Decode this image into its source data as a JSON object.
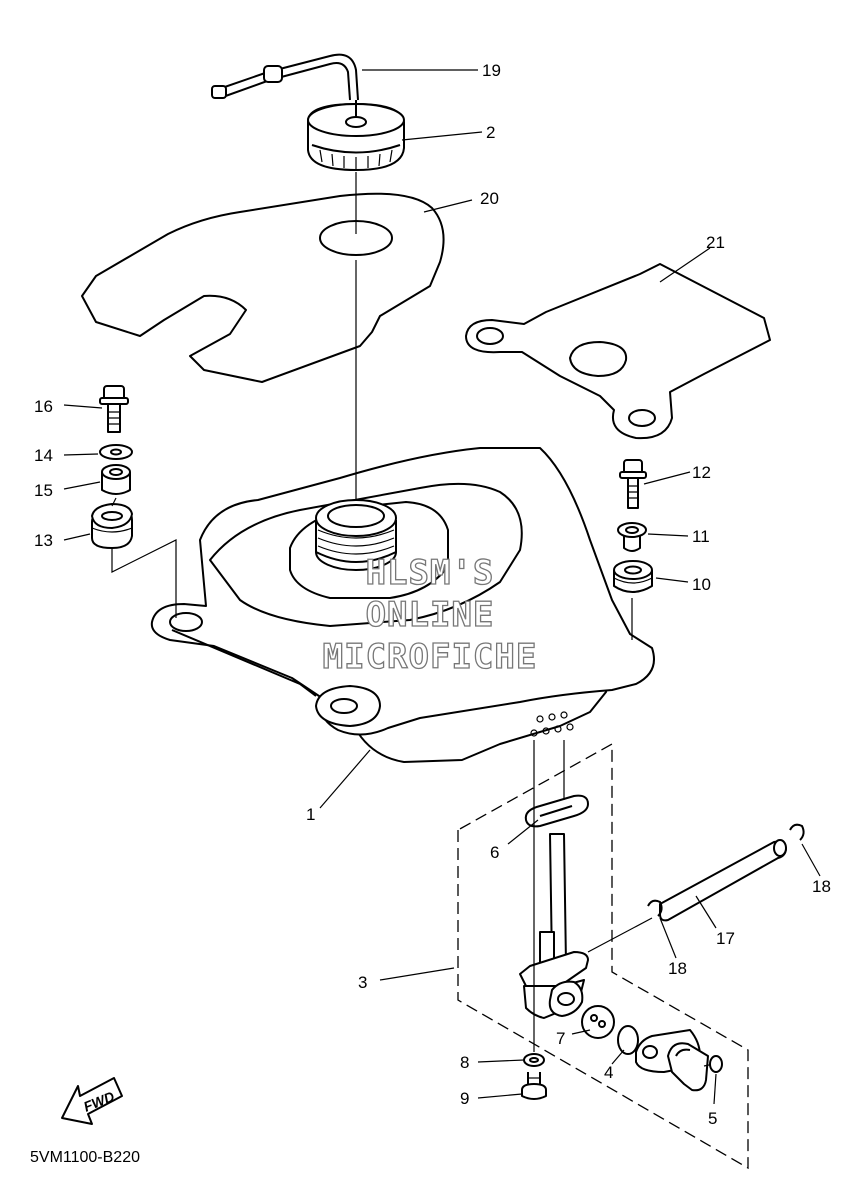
{
  "diagram_code": "5VM1100-B220",
  "fwd_label": "FWD",
  "watermark": [
    "HLSM'S",
    "ONLINE",
    "MICROFICHE"
  ],
  "callouts": {
    "c1": "1",
    "c2": "2",
    "c3": "3",
    "c4": "4",
    "c5": "5",
    "c6": "6",
    "c7": "7",
    "c8": "8",
    "c9": "9",
    "c10": "10",
    "c11": "11",
    "c12": "12",
    "c13": "13",
    "c14": "14",
    "c15": "15",
    "c16": "16",
    "c17": "17",
    "c18a": "18",
    "c18b": "18",
    "c19": "19",
    "c20": "20",
    "c21": "21"
  }
}
